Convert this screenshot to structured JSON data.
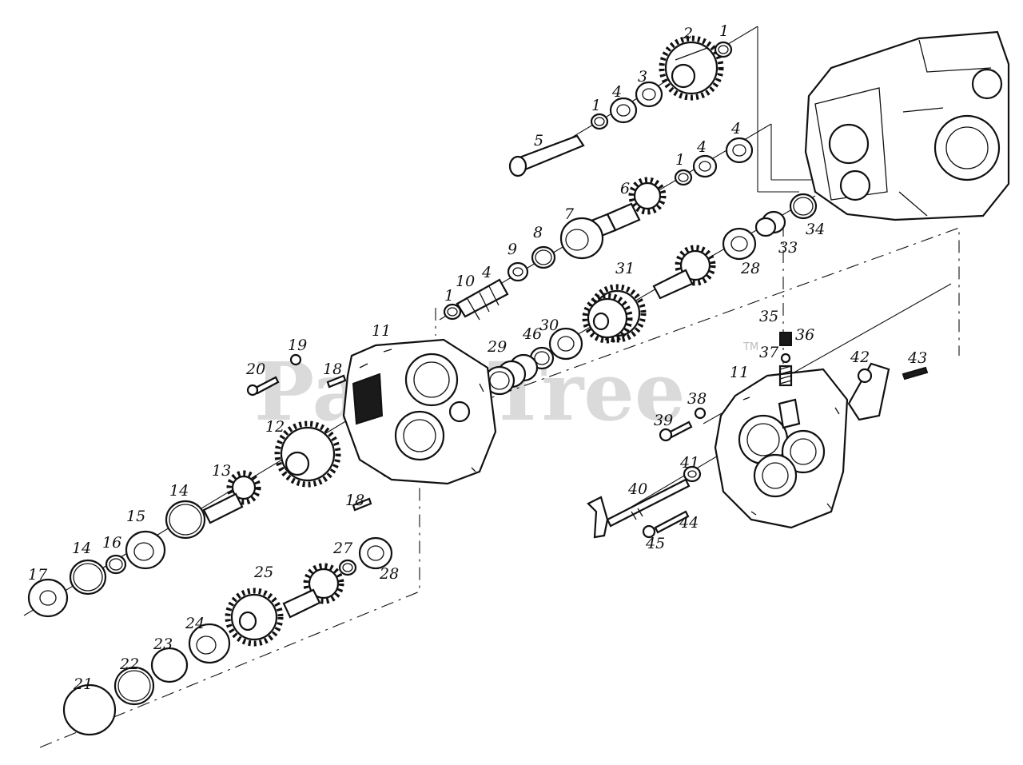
{
  "watermark": {
    "text": "PartsTree",
    "trademark": "TM"
  },
  "callouts": [
    {
      "n": "1"
    },
    {
      "n": "2"
    },
    {
      "n": "3"
    },
    {
      "n": "4"
    },
    {
      "n": "1"
    },
    {
      "n": "5"
    },
    {
      "n": "4"
    },
    {
      "n": "1"
    },
    {
      "n": "4"
    },
    {
      "n": "6"
    },
    {
      "n": "7"
    },
    {
      "n": "8"
    },
    {
      "n": "9"
    },
    {
      "n": "10"
    },
    {
      "n": "4"
    },
    {
      "n": "1"
    },
    {
      "n": "34"
    },
    {
      "n": "33"
    },
    {
      "n": "28"
    },
    {
      "n": "31"
    },
    {
      "n": "29"
    },
    {
      "n": "46"
    },
    {
      "n": "30"
    },
    {
      "n": "11"
    },
    {
      "n": "19"
    },
    {
      "n": "20"
    },
    {
      "n": "18"
    },
    {
      "n": "12"
    },
    {
      "n": "13"
    },
    {
      "n": "14"
    },
    {
      "n": "15"
    },
    {
      "n": "16"
    },
    {
      "n": "14"
    },
    {
      "n": "17"
    },
    {
      "n": "18"
    },
    {
      "n": "27"
    },
    {
      "n": "28"
    },
    {
      "n": "25"
    },
    {
      "n": "24"
    },
    {
      "n": "23"
    },
    {
      "n": "22"
    },
    {
      "n": "21"
    },
    {
      "n": "35"
    },
    {
      "n": "36"
    },
    {
      "n": "37"
    },
    {
      "n": "11"
    },
    {
      "n": "42"
    },
    {
      "n": "43"
    },
    {
      "n": "38"
    },
    {
      "n": "39"
    },
    {
      "n": "41"
    },
    {
      "n": "40"
    },
    {
      "n": "44"
    },
    {
      "n": "45"
    }
  ]
}
